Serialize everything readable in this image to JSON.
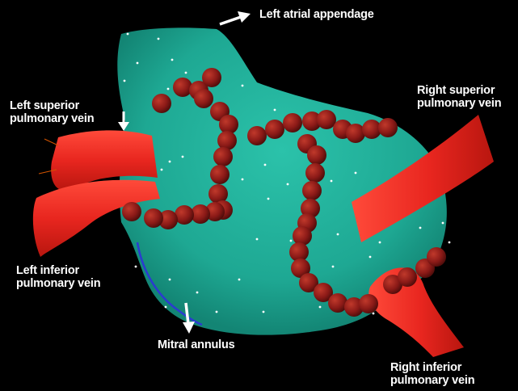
{
  "labels": {
    "left_atrial_appendage": "Left atrial appendage",
    "left_superior_line1": "Left superior",
    "left_superior_line2": "pulmonary vein",
    "right_superior_line1": "Right superior",
    "right_superior_line2": "pulmonary vein",
    "left_inferior_line1": "Left inferior",
    "left_inferior_line2": "pulmonary vein",
    "mitral_annulus": "Mitral annulus",
    "right_inferior_line1": "Right inferior",
    "right_inferior_line2": "pulmonary vein"
  },
  "colors": {
    "background": "#000000",
    "atrium": "#1ea893",
    "vein": "#e8261f",
    "lesion": "#8b1a17",
    "text": "#ffffff"
  }
}
